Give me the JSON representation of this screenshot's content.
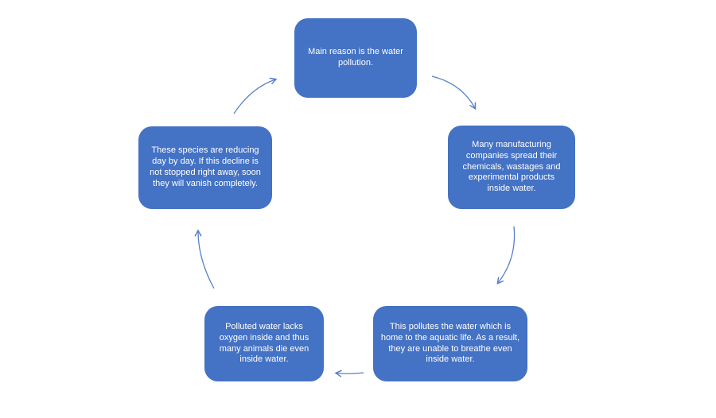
{
  "diagram": {
    "type": "cycle",
    "background_color": "#ffffff",
    "node_fill_color": "#4472C4",
    "node_text_color": "#ffffff",
    "arrow_color": "#4472C4",
    "nodes": [
      {
        "id": "top",
        "text": "Main reason is the water pollution."
      },
      {
        "id": "right",
        "text": "Many manufacturing companies spread their chemicals, wastages and experimental products inside water."
      },
      {
        "id": "bottom-right",
        "text": "This pollutes the water which is home to the aquatic life. As a result, they are unable to breathe even inside water."
      },
      {
        "id": "bottom-left",
        "text": "Polluted water lacks oxygen inside and thus many animals die even inside water."
      },
      {
        "id": "left",
        "text": "These species are reducing day by day. If this decline is not stopped right away, soon they will vanish completely."
      }
    ],
    "arrows": [
      {
        "from": "top",
        "to": "right"
      },
      {
        "from": "right",
        "to": "bottom-right"
      },
      {
        "from": "bottom-right",
        "to": "bottom-left"
      },
      {
        "from": "bottom-left",
        "to": "left"
      },
      {
        "from": "left",
        "to": "top"
      }
    ]
  }
}
